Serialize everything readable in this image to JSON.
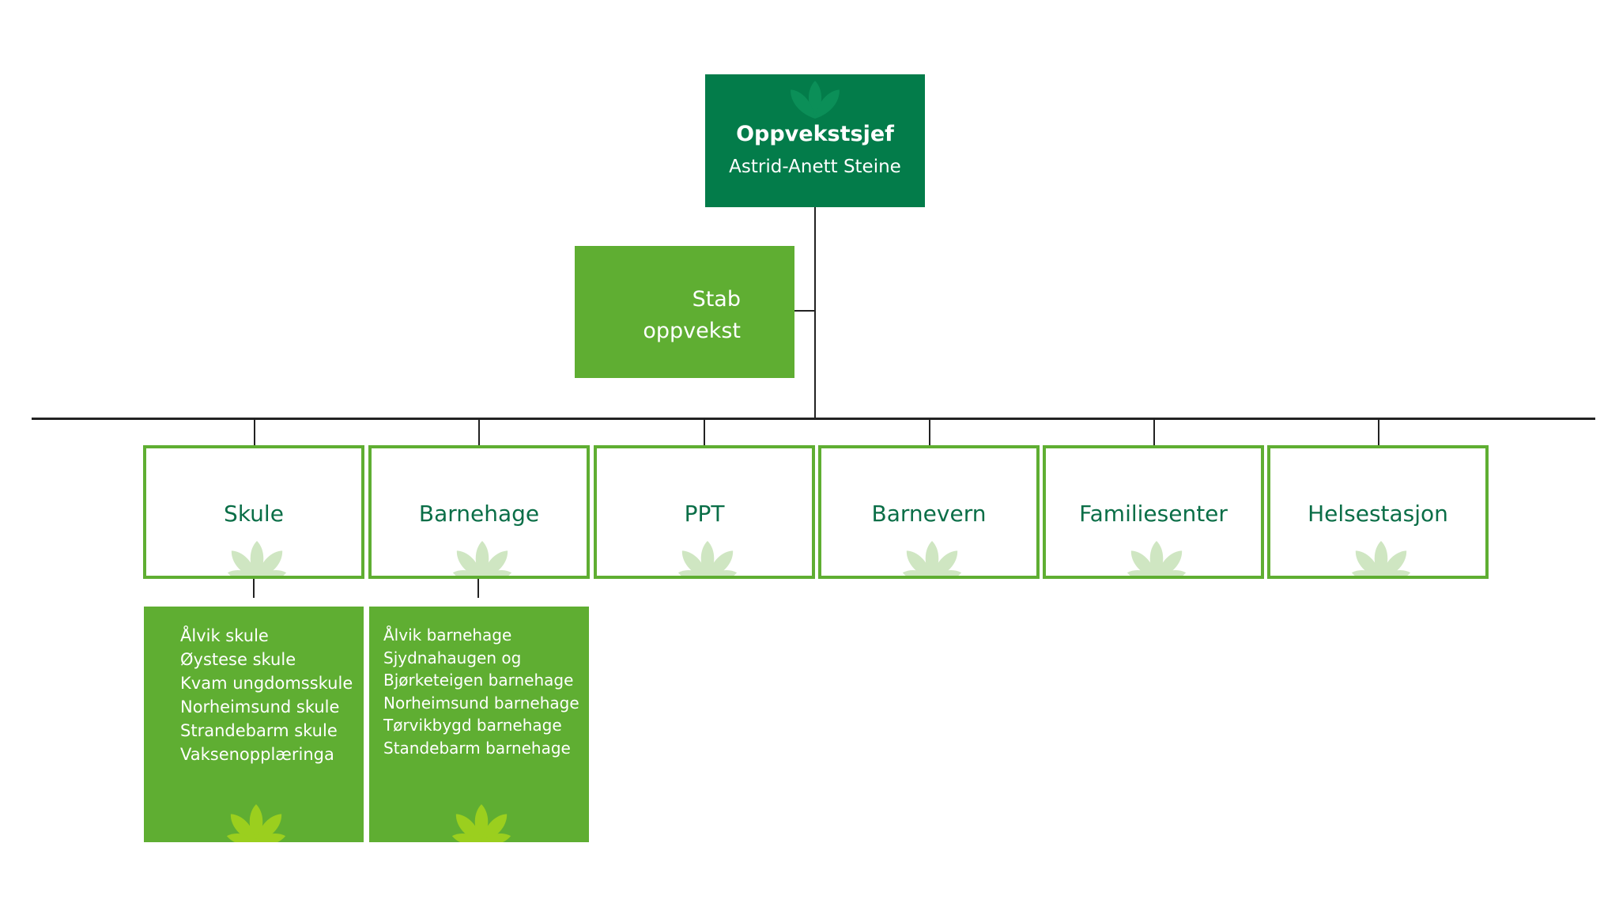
{
  "top": {
    "title": "Oppvekstsjef",
    "name": "Astrid-Anett Steine"
  },
  "staff": {
    "label": "Stab\noppvekst"
  },
  "departments": [
    {
      "label": "Skule"
    },
    {
      "label": "Barnehage"
    },
    {
      "label": "PPT"
    },
    {
      "label": "Barnevern"
    },
    {
      "label": "Familiesenter"
    },
    {
      "label": "Helsestasjon"
    }
  ],
  "skule_units": [
    "Ålvik skule",
    "Øystese skule",
    "Kvam ungdomsskule",
    "Norheimsund skule",
    "Strandebarm skule",
    "Vaksenopplæringa"
  ],
  "barnehage_units": [
    "Ålvik barnehage",
    "Sjydnahaugen og",
    "Bjørketeigen barnehage",
    "Norheimsund barnehage",
    "Tørvikbygd barnehage",
    "Standebarm barnehage"
  ],
  "colors": {
    "dark_green": "#037c4a",
    "green": "#5fae32",
    "text_green": "#0a6e47",
    "leaf_pale": "#cfe6c2",
    "leaf_lime": "#9bcf1e"
  }
}
